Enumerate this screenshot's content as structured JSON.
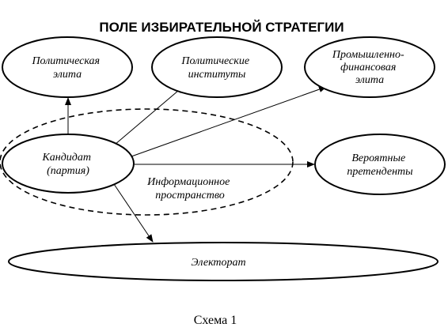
{
  "title": "ПОЛЕ ИЗБИРАТЕЛЬНОЙ СТРАТЕГИИ",
  "nodes": {
    "political_elite": [
      "Политическая",
      "элита"
    ],
    "political_institutes": [
      "Политические",
      "институты"
    ],
    "industrial_financial_elite": [
      "Промышленно-",
      "финансовая",
      "элита"
    ],
    "candidate": [
      "Кандидат",
      "(партия)"
    ],
    "probable_contenders": [
      "Вероятные",
      "претенденты"
    ],
    "information_space": [
      "Информационное",
      "пространство"
    ],
    "electorate": [
      "Электорат"
    ]
  },
  "caption": "Схема 1"
}
